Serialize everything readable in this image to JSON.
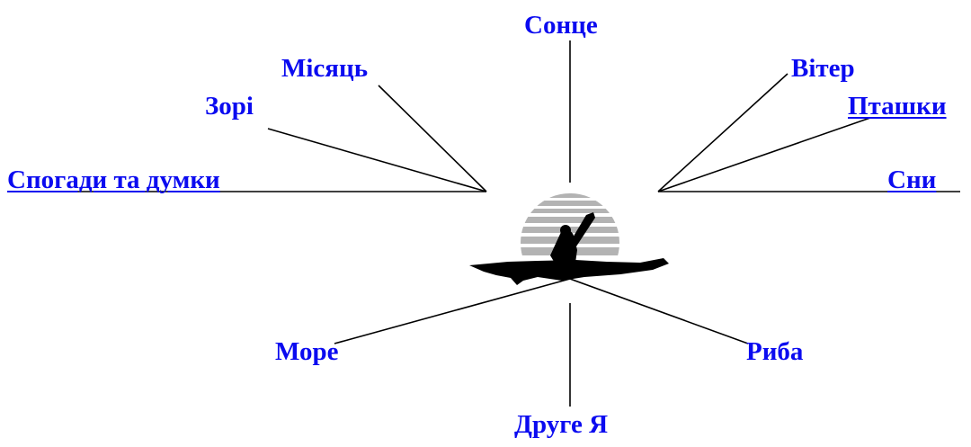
{
  "diagram": {
    "link_color": "#0b0bf0",
    "line_color": "#000000",
    "sun_color": "#b3b3b3",
    "silhouette_color": "#000000",
    "center_icon": "kayaker-sunset-icon",
    "labels": {
      "sontse": "Сонце",
      "misiats": "Місяць",
      "vitr": "Вітер",
      "zori": "Зорі",
      "ptashky": "Пташки",
      "spohady": "Спогади та думки",
      "sny": "Сни",
      "more": "Море",
      "ryba": "Риба",
      "druhe": "Друге Я"
    }
  }
}
